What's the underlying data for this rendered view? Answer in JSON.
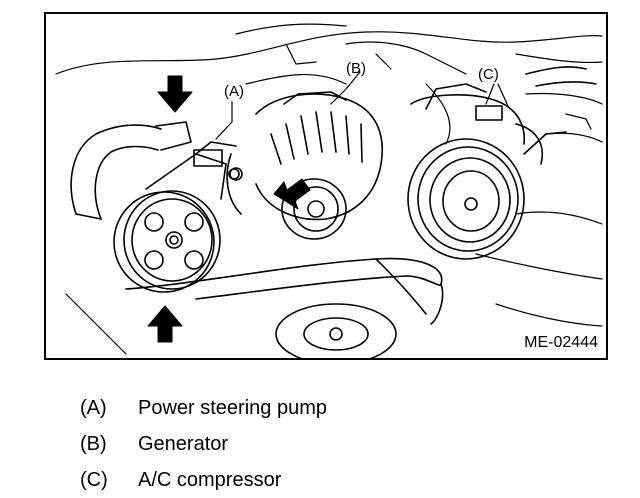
{
  "figure": {
    "code": "ME-02444",
    "callouts": [
      {
        "letter": "(A)"
      },
      {
        "letter": "(B)"
      },
      {
        "letter": "(C)"
      }
    ]
  },
  "legend": [
    {
      "key": "(A)",
      "label": "Power steering pump"
    },
    {
      "key": "(B)",
      "label": "Generator"
    },
    {
      "key": "(C)",
      "label": "A/C compressor"
    }
  ]
}
